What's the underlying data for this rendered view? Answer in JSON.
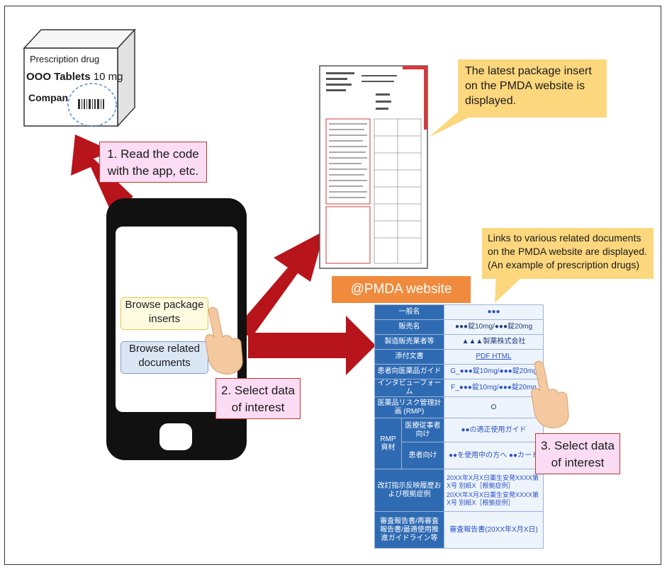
{
  "product_box": {
    "line1": "Prescription drug",
    "line2": "OOO Tablets",
    "line2_dose": "10 mg",
    "line3": "Compan"
  },
  "steps": {
    "step1": {
      "line1": "1.  Read the code",
      "line2": "with the app, etc."
    },
    "step2": {
      "line1": "2. Select data",
      "line2": "of interest"
    },
    "step3": {
      "line1": "3. Select data",
      "line2": "of interest"
    }
  },
  "phone": {
    "browse_inserts_line1": "Browse package",
    "browse_inserts_line2": "inserts",
    "browse_related_line1": "Browse related",
    "browse_related_line2": "documents"
  },
  "callouts": {
    "latest_insert": [
      "The latest package insert",
      "on the PMDA website is",
      "displayed."
    ],
    "related_docs": [
      "Links to various related documents",
      "on the PMDA website are displayed.",
      "(An example of prescription drugs)"
    ]
  },
  "pmda_label": "@PMDA website",
  "table": {
    "rows": [
      {
        "label": "一般名",
        "value": "●●●"
      },
      {
        "label": "販売名",
        "value": "●●●錠10mg/●●●錠20mg"
      },
      {
        "label": "製造販売業者等",
        "value": "▲▲▲製薬株式会社"
      },
      {
        "label": "添付文書",
        "value": "PDF  HTML"
      },
      {
        "label": "患者向医薬品ガイド",
        "value": "G_●●●錠10mg/●●●錠20mg"
      },
      {
        "label": "インタビューフォーム",
        "value": "F_●●●錠10mg/●●●錠20mg"
      },
      {
        "label": "医薬品リスク管理計画 (RMP)",
        "value": "O"
      }
    ],
    "rmp_label": "RMP資材",
    "rmp_rows": [
      {
        "label": "医療従事者向け",
        "value": "●●の適正使用ガイド"
      },
      {
        "label": "患者向け",
        "value": "●●を使用中の方へ ●●カード"
      }
    ],
    "revision": {
      "label": "改訂指示反映履歴および根拠症例",
      "value1": "20XX年X月X日薬生安発XXXX第X号 別紙X［根拠症例］",
      "value2": "20XX年X月X日薬生安発XXXX第X号 別紙X［根拠症例］"
    },
    "review": {
      "label": "審査報告書/再審査報告書/最適使用推進ガイドライン等",
      "value": "審査報告書(20XX年X月X日)"
    }
  },
  "colors": {
    "arrow": "#b8141b",
    "table_header": "#2f6bb3",
    "callout": "#fcd77d",
    "step_box": "#fbdcf4",
    "pmda": "#f08a3c"
  }
}
